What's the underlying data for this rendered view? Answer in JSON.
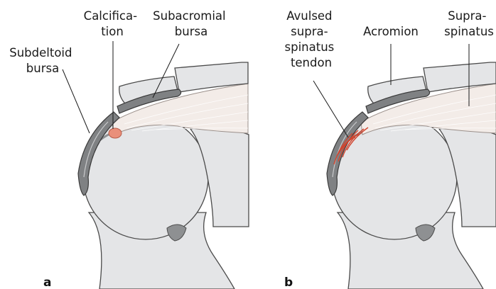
{
  "panel_a": {
    "letter": "a",
    "labels": {
      "subdeltoid_line1": "Subdeltoid",
      "subdeltoid_line2": "bursa",
      "calcification_line1": "Calcifica-",
      "calcification_line2": "tion",
      "subacromial_line1": "Subacromial",
      "subacromial_line2": "bursa"
    }
  },
  "panel_b": {
    "letter": "b",
    "labels": {
      "avulsed_line1": "Avulsed",
      "avulsed_line2": "supra-",
      "avulsed_line3": "spinatus",
      "avulsed_line4": "tendon",
      "acromion": "Acromion",
      "supraspinatus_line1": "Supra-",
      "supraspinatus_line2": "spinatus"
    }
  }
}
